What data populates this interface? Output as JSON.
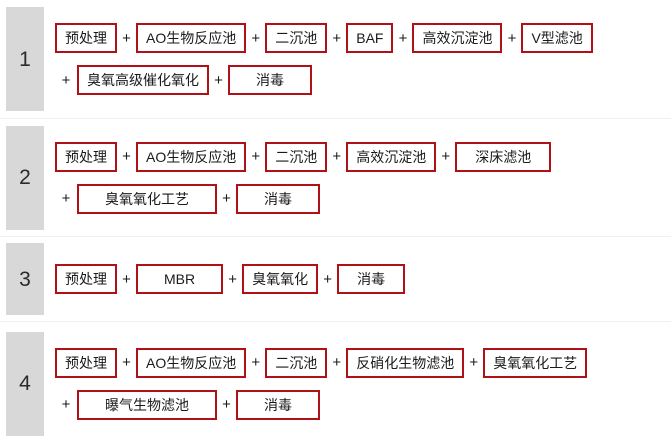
{
  "diagram": {
    "type": "process-flow-options",
    "connector": "+",
    "accent_color": "#b01116",
    "index_block_color": "#d8d8d8",
    "divider_color": "#f1f1f3",
    "background_color": "#ffffff",
    "rows": [
      {
        "index": "1",
        "lines": [
          [
            "预处理",
            "AO生物反应池",
            "二沉池",
            "BAF",
            "高效沉淀池",
            "V型滤池"
          ],
          [
            "臭氧高级催化氧化",
            "消毒"
          ]
        ]
      },
      {
        "index": "2",
        "lines": [
          [
            "预处理",
            "AO生物反应池",
            "二沉池",
            "高效沉淀池",
            "深床滤池"
          ],
          [
            "臭氧氧化工艺",
            "消毒"
          ]
        ]
      },
      {
        "index": "3",
        "lines": [
          [
            "预处理",
            "MBR",
            "臭氧氧化",
            "消毒"
          ]
        ]
      },
      {
        "index": "4",
        "lines": [
          [
            "预处理",
            "AO生物反应池",
            "二沉池",
            "反硝化生物滤池",
            "臭氧氧化工艺"
          ],
          [
            "曝气生物滤池",
            "消毒"
          ]
        ]
      }
    ]
  }
}
